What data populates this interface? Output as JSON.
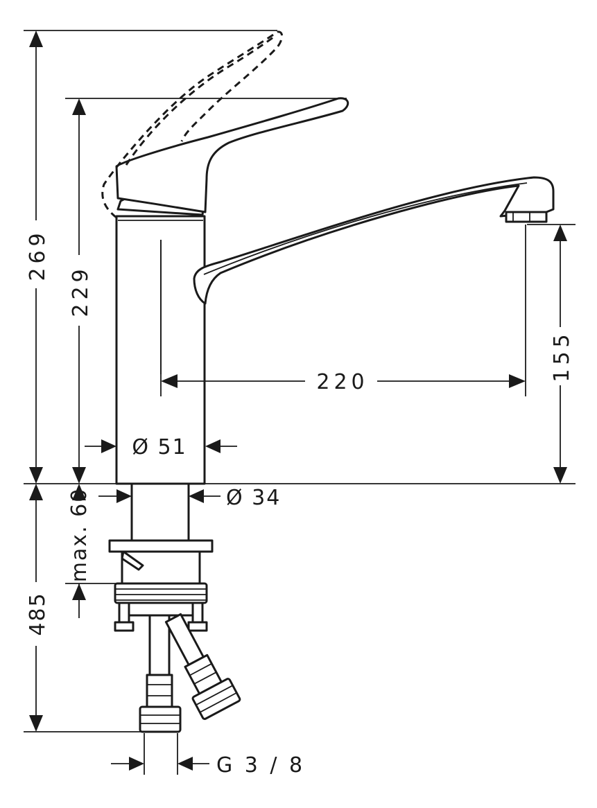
{
  "dimensions": {
    "overall_height": "269",
    "spout_closed_height": "229",
    "spout_height": "155",
    "spout_reach": "220",
    "body_diameter": "Ø 51",
    "shank_diameter": "Ø 34",
    "counter_thickness": "max. 60",
    "hose_length": "485",
    "connection_thread": "G 3 / 8"
  }
}
